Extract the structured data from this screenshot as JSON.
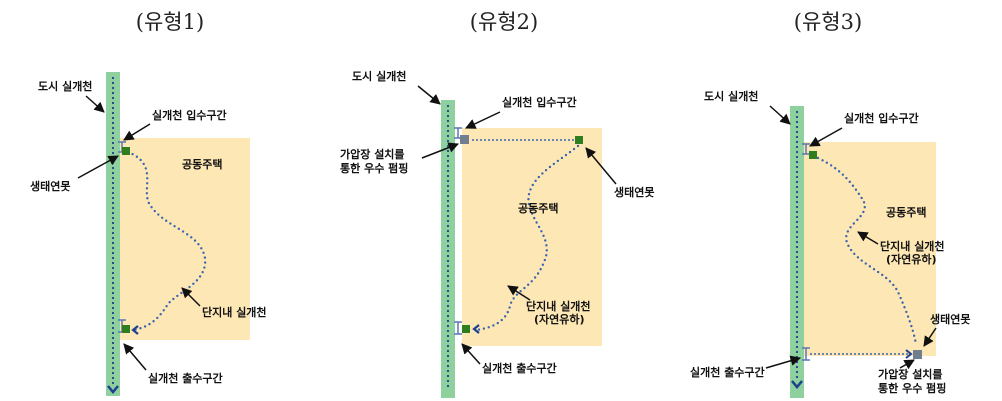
{
  "colors": {
    "apartment_fill": "#fde7b5",
    "stream_fill": "#8fd19e",
    "stream_dots": "#1f3f8f",
    "flow_dots": "#3a63b0",
    "pond_green": "#2e7d1e",
    "pump_gray": "#6f7f8f",
    "gate_blue": "#5b77b5"
  },
  "types": [
    {
      "title": "(유형1)",
      "labels": {
        "urban_stream": "도시 실개천",
        "inlet": "실개천 입수구간",
        "eco_pond": "생태연못",
        "apartment": "공동주택",
        "complex_stream": "단지내 실개천",
        "outlet": "실개천 출수구간"
      }
    },
    {
      "title": "(유형2)",
      "labels": {
        "urban_stream": "도시 실개천",
        "inlet": "실개천 입수구간",
        "pump_line1": "가압장 설치를",
        "pump_line2": "통한 우수 펌핑",
        "eco_pond": "생태연못",
        "apartment": "공동주택",
        "complex_stream_line1": "단지내 실개천",
        "complex_stream_line2": "(자연유하)",
        "outlet": "실개천 출수구간"
      }
    },
    {
      "title": "(유형3)",
      "labels": {
        "urban_stream": "도시 실개천",
        "inlet": "실개천 입수구간",
        "apartment": "공동주택",
        "complex_stream_line1": "단지내 실개천",
        "complex_stream_line2": "(자연유하)",
        "eco_pond": "생태연못",
        "outlet": "실개천 출수구간",
        "pump_line1": "가압장 설치를",
        "pump_line2": "통한 우수 펌핑"
      }
    }
  ]
}
